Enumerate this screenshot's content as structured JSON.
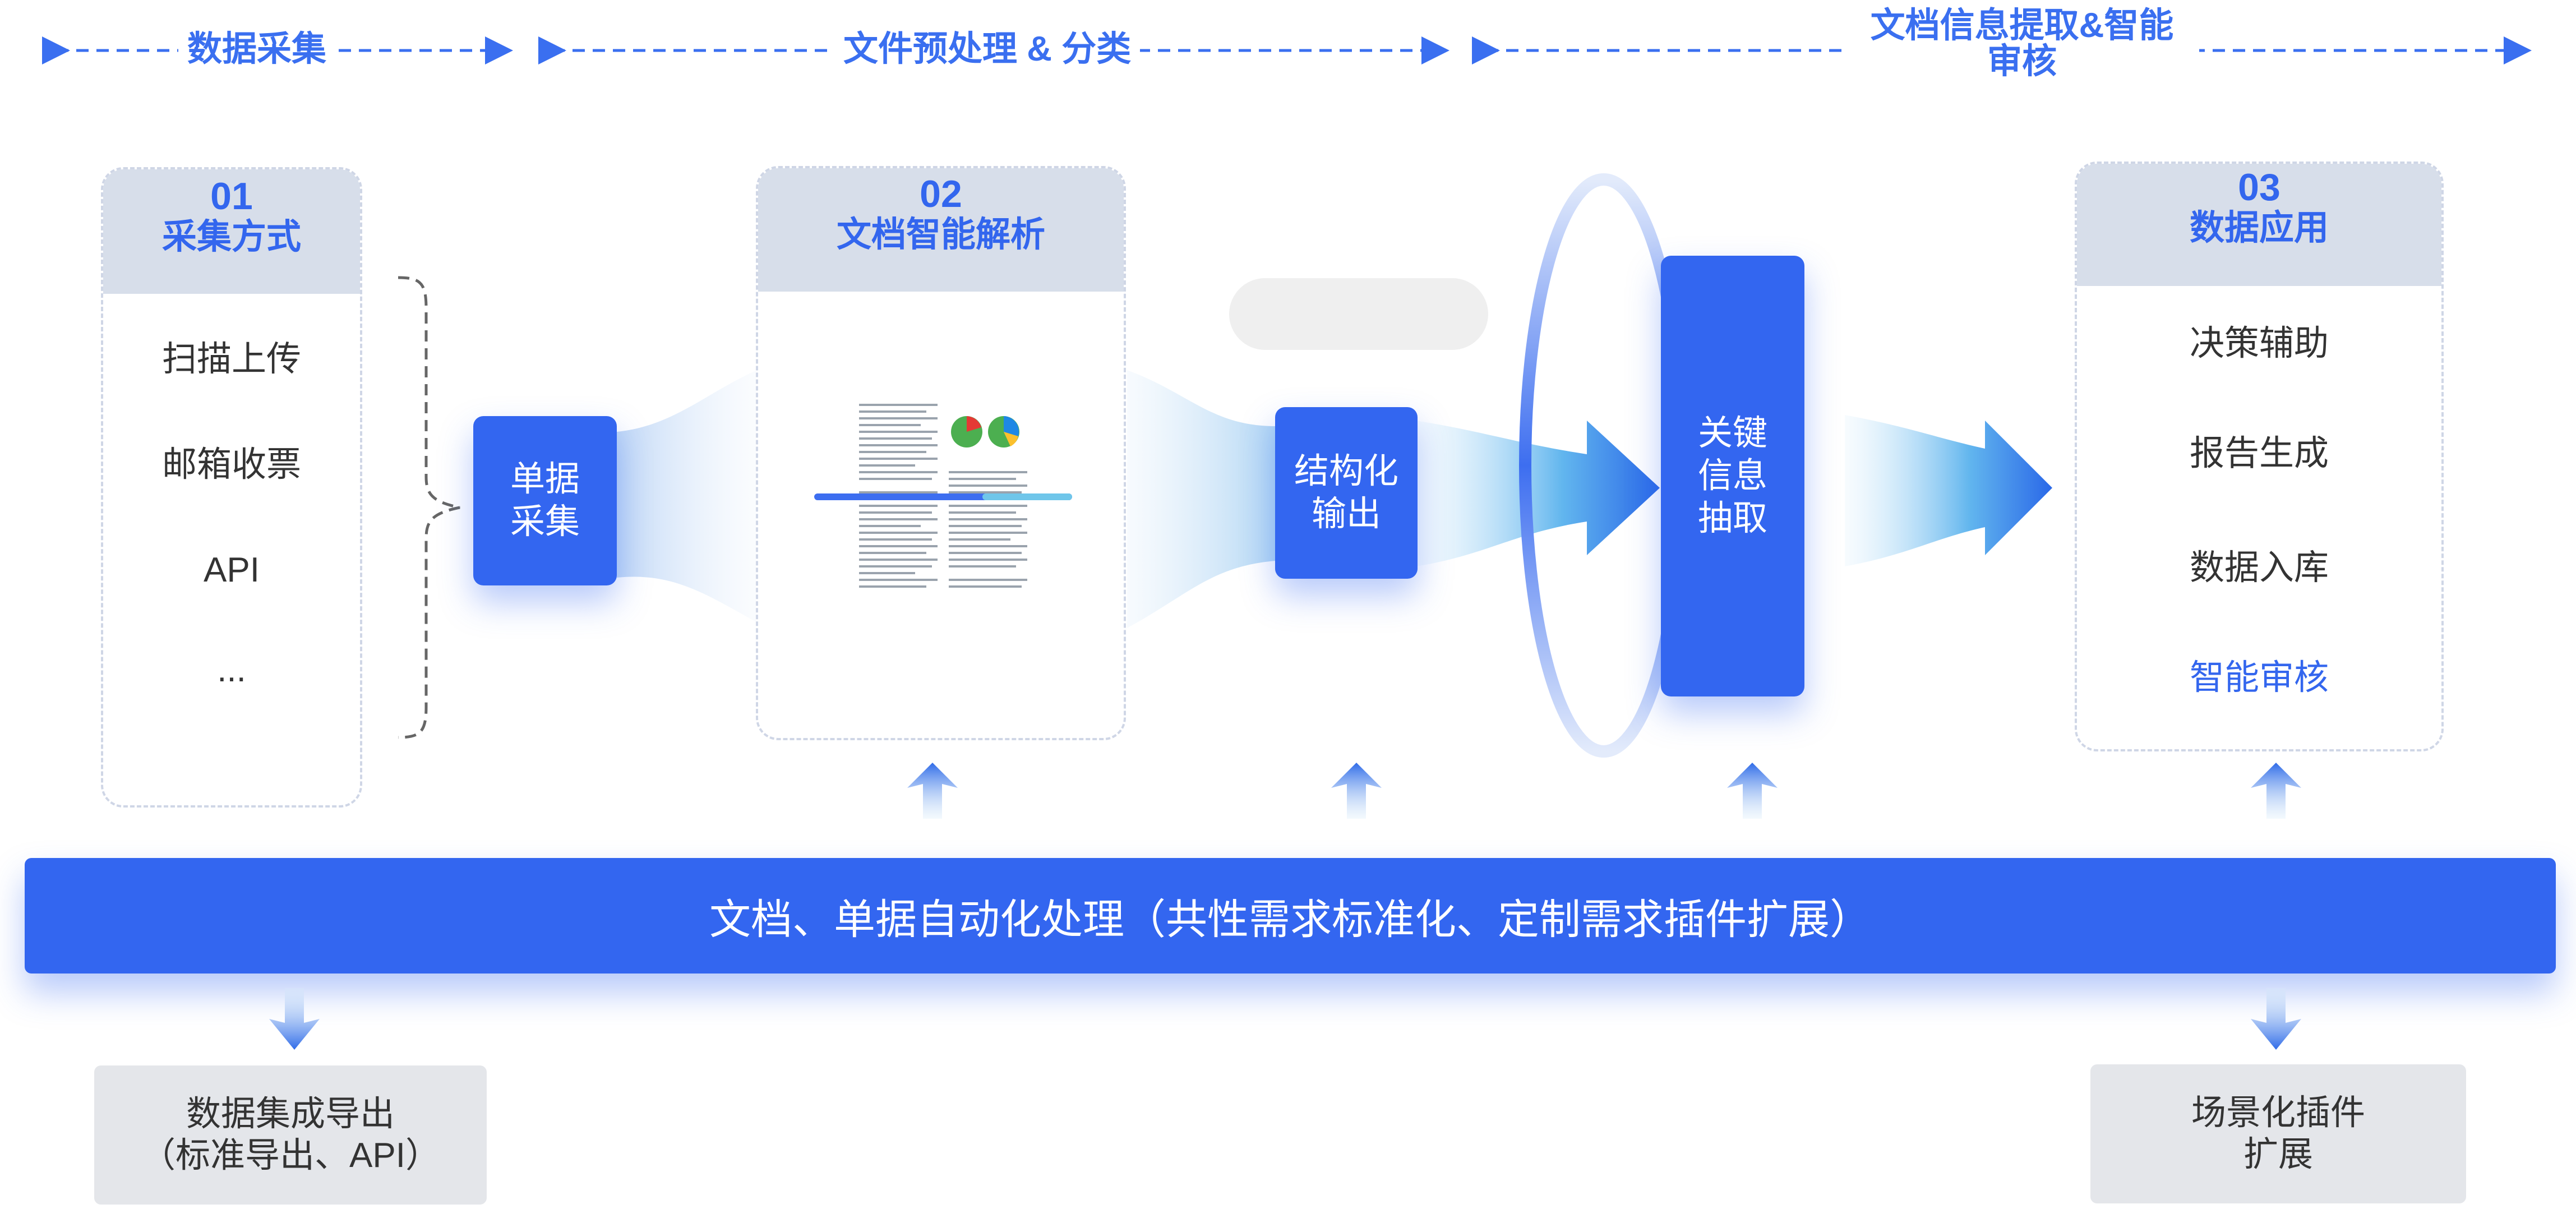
{
  "stages": {
    "collect": "数据采集",
    "preprocess": "文件预处理 & 分类",
    "extract_line1": "文档信息提取&智能",
    "extract_line2": "审核"
  },
  "card_collect": {
    "num": "01",
    "title": "采集方式",
    "items": [
      "扫描上传",
      "邮箱收票",
      "API",
      "..."
    ]
  },
  "card_parse": {
    "num": "02",
    "title": "文档智能解析"
  },
  "card_apply": {
    "num": "03",
    "title": "数据应用",
    "items": [
      "决策辅助",
      "报告生成",
      "数据入库",
      "智能审核"
    ]
  },
  "boxes": {
    "single_collect_l1": "单据",
    "single_collect_l2": "采集",
    "structured_l1": "结构化",
    "structured_l2": "输出",
    "key_info_l1": "关键",
    "key_info_l2": "信息",
    "key_info_l3": "抽取"
  },
  "banner": "文档、单据自动化处理（共性需求标准化、定制需求插件扩展）",
  "bottom_left_l1": "数据集成导出",
  "bottom_left_l2": "（标准导出、API）",
  "bottom_right_l1": "场景化插件",
  "bottom_right_l2": "扩展",
  "colors": {
    "accent": "#3366f0",
    "highlight_text": "#3366ee",
    "card_head": "#d7deea"
  },
  "icons": [
    "double-arrow-line",
    "document-thumbnail-icon",
    "up-arrow-icon",
    "down-arrow-icon",
    "ring-icon",
    "flow-arrow-icon"
  ]
}
